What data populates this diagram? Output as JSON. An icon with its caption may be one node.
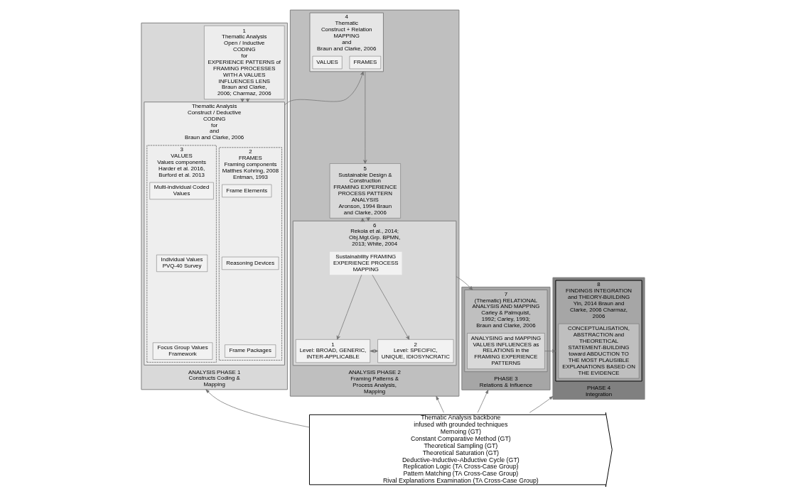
{
  "diagram": {
    "nodes": [
      {
        "text": [
          "ANALYSIS PHASE 1",
          "Constructs Coding & Mapping"
        ]
      },
      {
        "text": [
          "1",
          "Thematic Analysis",
          "Open / Inductive CODING",
          "for",
          "EXPERIENCE PATTERNS of FRAMING PROCESSES",
          "WITH A VALUES INFLUENCES LENS",
          "Braun and Clarke, 2006; Charmaz, 2006"
        ],
        "in": 0
      },
      {
        "text": [
          "Thematic Analysis",
          "Construct / Deductive CODING",
          "for",
          "and",
          "Braun and Clarke, 2006"
        ],
        "in": 0
      },
      {
        "text": [
          "2",
          "FRAMES",
          "Framing components",
          "Matthes Kohring, 2008 Entman, 1993"
        ],
        "in": 2
      },
      {
        "text": [
          "Frame Elements"
        ],
        "in": 3
      },
      {
        "text": [
          "Reasoning Devices"
        ],
        "in": 3
      },
      {
        "text": [
          "Frame Packages"
        ],
        "in": 3
      },
      {
        "text": [
          "3",
          "VALUES",
          "Values components",
          "Harder et al. 2016, Burford et al. 2013"
        ],
        "in": 2
      },
      {
        "text": [
          "Multi-individual Coded Values"
        ],
        "in": 7
      },
      {
        "text": [
          "Individual Values PVQ-40 Survey"
        ],
        "in": 7
      },
      {
        "text": [
          "Focus Group Values Framework"
        ],
        "in": 7
      },
      {
        "text": [
          "ANALYSIS PHASE 2",
          "Framing Patterns & Process Analysis, Mapping"
        ]
      },
      {
        "text": [
          "4",
          "Thematic",
          "Construct + Relation MAPPING",
          "and",
          "Braun and Clarke, 2006"
        ],
        "in": 11
      },
      {
        "text": [
          "FRAMES"
        ],
        "in": 12
      },
      {
        "text": [
          "VALUES"
        ],
        "in": 12
      },
      {
        "text": [
          "5",
          "Sustainable Design & Construction",
          "FRAMING EXPERIENCE PROCESS PATTERN ANALYSIS",
          "Aronson, 1994 Braun and Clarke, 2006"
        ],
        "in": 11
      },
      {
        "text": [
          "6",
          "Rekola et al., 2014; Obj.Mgt.Grp. BPMN, 2013; White, 2004"
        ],
        "in": 11
      },
      {
        "text": [
          "Sustainability FRAMING EXPERIENCE PROCESS MAPPING"
        ],
        "in": 16
      },
      {
        "text": [
          "1",
          "Level: BROAD, GENERIC, INTER-APPLICABLE"
        ],
        "in": 16
      },
      {
        "text": [
          "2",
          "Level: SPECIFIC, UNIQUE, IDIOSYNCRATIC"
        ],
        "in": 16
      },
      {
        "text": [
          "PHASE 3",
          "Relations & Influence"
        ]
      },
      {
        "text": [
          "7",
          "(Thematic) RELATIONAL ANALYSIS AND MAPPING",
          "Carley & Palmquist, 1992; Carley, 1993; Braun and Clarke, 2006"
        ],
        "in": 20
      },
      {
        "text": [
          "ANALYSING and MAPPING VALUES INFLUENCES as RELATIONS in the FRAMING EXPERIENCE PATTERNS"
        ],
        "in": 21
      },
      {
        "text": [
          "PHASE 4",
          "Integration"
        ]
      },
      {
        "text": [
          "8",
          "FINDINGS INTEGRATION and THEORY-BUILDING",
          "Yin, 2014 Braun and Clarke, 2006 Charmaz, 2006"
        ],
        "in": 23
      },
      {
        "text": [
          "CONCEPTUALISATION, ABSTRACTION and THEORETICAL STATEMENT-BUILDING toward ABDUCTION TO THE MOST PLAUSIBLE EXPLANATIONS BASED ON THE EVIDENCE"
        ],
        "in": 24
      },
      {
        "text": [
          "Thematic Analysis backbone",
          "infused with grounded techniques",
          "Memoing (GT)",
          "Constant Comparative Method (GT)",
          "Theoretical Sampling (GT)",
          "Theoretical Saturation (GT)",
          "Deductive-Inductive-Abductive Cycle (GT)",
          "Replication Logic (TA Cross-Case Group)",
          "Pattern Matching (TA Cross-Case Group)",
          "Rival Explanations Examination (TA Cross-Case Group)"
        ]
      }
    ],
    "edges": [
      {
        "from": 1,
        "to": 2,
        "arrow": "to"
      },
      {
        "from": 1,
        "to": 2,
        "arrow": "to"
      },
      {
        "from": 2,
        "to": 12,
        "arrow": "to"
      },
      {
        "from": 12,
        "to": 15,
        "arrow": "to"
      },
      {
        "from": 15,
        "to": 16,
        "arrow": "to"
      },
      {
        "from": 16,
        "to": 15,
        "arrow": "to"
      },
      {
        "from": 17,
        "to": 18,
        "arrow": "to"
      },
      {
        "from": 17,
        "to": 19,
        "arrow": "to"
      },
      {
        "from": 18,
        "to": 19,
        "arrow": "both"
      },
      {
        "from": 16,
        "to": 21,
        "arrow": "to"
      },
      {
        "from": 22,
        "to": 24,
        "arrow": "to"
      },
      {
        "from": 26,
        "to": 0,
        "arrow": "to"
      },
      {
        "from": 26,
        "to": 11,
        "arrow": "to"
      },
      {
        "from": 26,
        "to": 20,
        "arrow": "to"
      },
      {
        "from": 26,
        "to": 23,
        "arrow": "to"
      }
    ]
  }
}
